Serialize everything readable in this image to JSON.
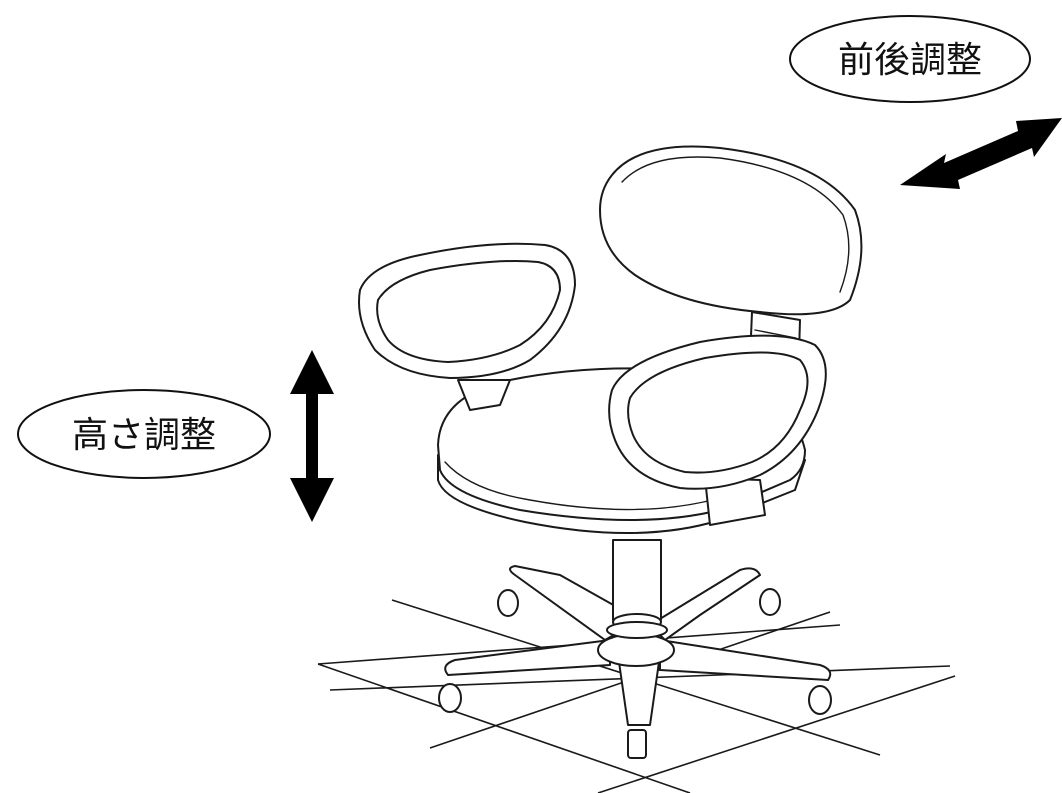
{
  "labels": {
    "front_back": "前後調整",
    "height": "高さ調整"
  },
  "colors": {
    "line": "#1a1a1a",
    "arrow": "#000000",
    "background": "#ffffff"
  },
  "icons": {
    "chair": "office-chair-illustration",
    "front_back_arrow": "double-arrow-diagonal",
    "height_arrow": "double-arrow-vertical"
  }
}
